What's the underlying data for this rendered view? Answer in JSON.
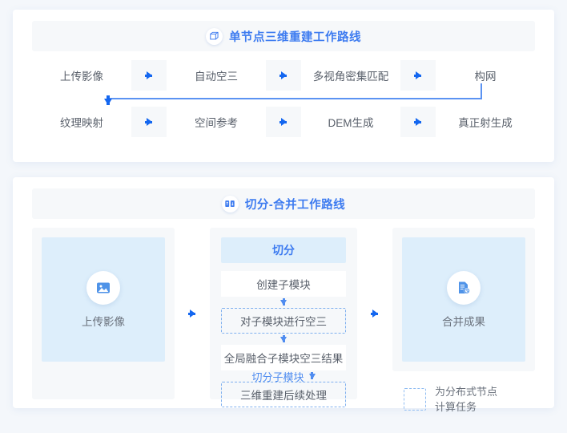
{
  "theme": {
    "background": "#f4f7fb",
    "panel_background": "#ffffff",
    "row_background": "#f6f8fa",
    "accent_blue": "#3d7bf0",
    "arrow_blue": "#1467f0",
    "tile_blue": "#ddeefb",
    "dashed_border": "#7fb0ef",
    "text_gray": "#585f6a"
  },
  "panel_top": {
    "icon": "cube-3d-icon",
    "title": "单节点三维重建工作路线",
    "row1": [
      {
        "label": "上传影像"
      },
      {
        "label": "自动空三"
      },
      {
        "label": "多视角密集匹配"
      },
      {
        "label": "构网"
      }
    ],
    "row2": [
      {
        "label": "纹理映射"
      },
      {
        "label": "空间参考"
      },
      {
        "label": "DEM生成"
      },
      {
        "label": "真正射生成"
      }
    ],
    "feedback_connector": "构网-to-纹理映射"
  },
  "panel_bottom": {
    "icon": "split-merge-icon",
    "title": "切分-合并工作路线",
    "left_tile": {
      "icon": "image-upload-icon",
      "label": "上传影像"
    },
    "center": {
      "header": "切分",
      "steps": [
        {
          "label": "创建子模块",
          "dashed": false
        },
        {
          "label": "对子模块进行空三",
          "dashed": true
        },
        {
          "label": "全局融合子模块空三结果",
          "dashed": false
        },
        {
          "label": "三维重建后续处理",
          "dashed": true
        }
      ],
      "arrow_label": "切分子模块"
    },
    "right_tile": {
      "icon": "merge-result-icon",
      "label": "合并成果"
    },
    "legend": {
      "swatch": "dashed-box-swatch",
      "line1": "为分布式节点",
      "line2": "计算任务"
    }
  }
}
